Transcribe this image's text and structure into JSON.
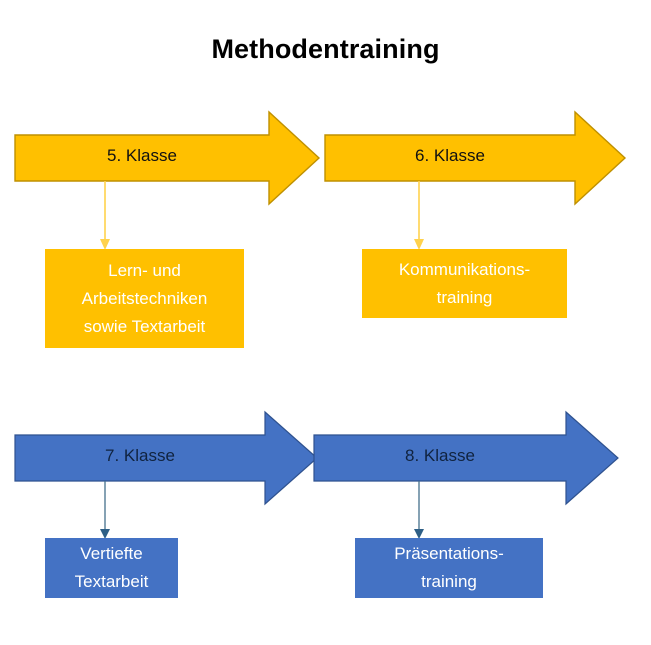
{
  "title": "Methodentraining",
  "colors": {
    "arrow_orange_fill": "#FFC000",
    "arrow_orange_stroke": "#BF9000",
    "arrow_blue_fill": "#4472C4",
    "arrow_blue_stroke": "#2F528F",
    "box_orange_fill": "#FFC000",
    "box_blue_fill": "#4472C4",
    "connector_orange": "#FFD24D",
    "connector_blue": "#44718C",
    "title_color": "#000000",
    "arrow_label_color": "#111111",
    "box_text_color": "#FFFFFF",
    "background": "#FFFFFF"
  },
  "chart_data": {
    "type": "diagram",
    "title": "Methodentraining",
    "rows": [
      {
        "row_index": 0,
        "color": "#FFC000",
        "stages": [
          {
            "arrow_label": "5. Klasse",
            "box_lines": [
              "Lern- und",
              "Arbeitstechniken",
              "sowie Textarbeit"
            ]
          },
          {
            "arrow_label": "6. Klasse",
            "box_lines": [
              "Kommunikations-",
              "training"
            ]
          }
        ]
      },
      {
        "row_index": 1,
        "color": "#4472C4",
        "stages": [
          {
            "arrow_label": "7. Klasse",
            "box_lines": [
              "Vertiefte",
              "Textarbeit"
            ]
          },
          {
            "arrow_label": "8. Klasse",
            "box_lines": [
              "Präsentations-",
              "training"
            ]
          }
        ]
      }
    ]
  },
  "arrows": {
    "grade5": {
      "label": "5. Klasse"
    },
    "grade6": {
      "label": "6. Klasse"
    },
    "grade7": {
      "label": "7. Klasse"
    },
    "grade8": {
      "label": "8. Klasse"
    }
  },
  "boxes": {
    "grade5": {
      "line1": "Lern- und",
      "line2": "Arbeitstechniken",
      "line3": "sowie Textarbeit"
    },
    "grade6": {
      "line1": "Kommunikations-",
      "line2": "training"
    },
    "grade7": {
      "line1": "Vertiefte",
      "line2": "Textarbeit"
    },
    "grade8": {
      "line1": "Präsentations-",
      "line2": "training"
    }
  }
}
